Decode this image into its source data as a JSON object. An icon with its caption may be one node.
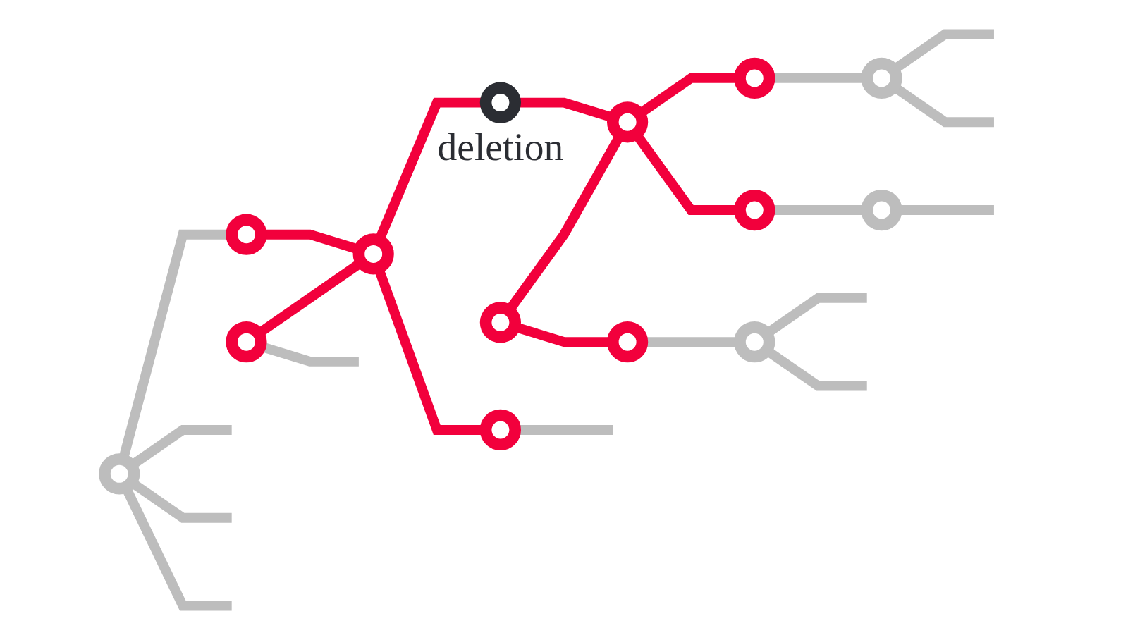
{
  "diagram": {
    "nodes": [
      {
        "text": [],
        "shape": "circle"
      },
      {
        "text": [],
        "shape": "circle"
      },
      {
        "text": [],
        "shape": "circle"
      },
      {
        "text": [],
        "shape": "circle"
      },
      {
        "text": [],
        "shape": "circle"
      },
      {
        "text": [],
        "shape": "circle",
        "beside": [
          "deletion"
        ]
      },
      {
        "text": [],
        "shape": "circle"
      },
      {
        "text": [],
        "shape": "circle"
      },
      {
        "text": [],
        "shape": "circle"
      },
      {
        "text": [],
        "shape": "circle"
      },
      {
        "text": [],
        "shape": "circle"
      },
      {
        "text": [],
        "shape": "circle"
      },
      {
        "text": [],
        "shape": "circle"
      },
      {
        "text": [],
        "shape": "circle"
      }
    ],
    "edges": [
      {
        "from": 0,
        "to": null,
        "arrow": "none"
      },
      {
        "from": 0,
        "to": null,
        "arrow": "none"
      },
      {
        "from": 0,
        "to": null,
        "arrow": "none"
      },
      {
        "from": 0,
        "to": 1,
        "arrow": "none"
      },
      {
        "from": 1,
        "to": 3,
        "arrow": "none",
        "color": "#f2003c"
      },
      {
        "from": 2,
        "to": null,
        "arrow": "none"
      },
      {
        "from": 2,
        "to": 3,
        "arrow": "none",
        "color": "#f2003c"
      },
      {
        "from": 3,
        "to": 4,
        "arrow": "none",
        "color": "#f2003c"
      },
      {
        "from": 4,
        "to": null,
        "arrow": "none"
      },
      {
        "from": 3,
        "to": 5,
        "arrow": "none",
        "color": "#f2003c"
      },
      {
        "from": 5,
        "to": 9,
        "arrow": "none",
        "color": "#f2003c"
      },
      {
        "from": 6,
        "to": 9,
        "arrow": "none",
        "color": "#f2003c"
      },
      {
        "from": 6,
        "to": 7,
        "arrow": "none",
        "color": "#f2003c"
      },
      {
        "from": 7,
        "to": 8,
        "arrow": "none"
      },
      {
        "from": 8,
        "to": null,
        "arrow": "none"
      },
      {
        "from": 8,
        "to": null,
        "arrow": "none"
      },
      {
        "from": 9,
        "to": 10,
        "arrow": "none",
        "color": "#f2003c"
      },
      {
        "from": 9,
        "to": 11,
        "arrow": "none",
        "color": "#f2003c"
      },
      {
        "from": 10,
        "to": 12,
        "arrow": "none"
      },
      {
        "from": 12,
        "to": null,
        "arrow": "none"
      },
      {
        "from": 12,
        "to": null,
        "arrow": "none"
      },
      {
        "from": 11,
        "to": 13,
        "arrow": "none"
      },
      {
        "from": 13,
        "to": null,
        "arrow": "none"
      }
    ]
  }
}
